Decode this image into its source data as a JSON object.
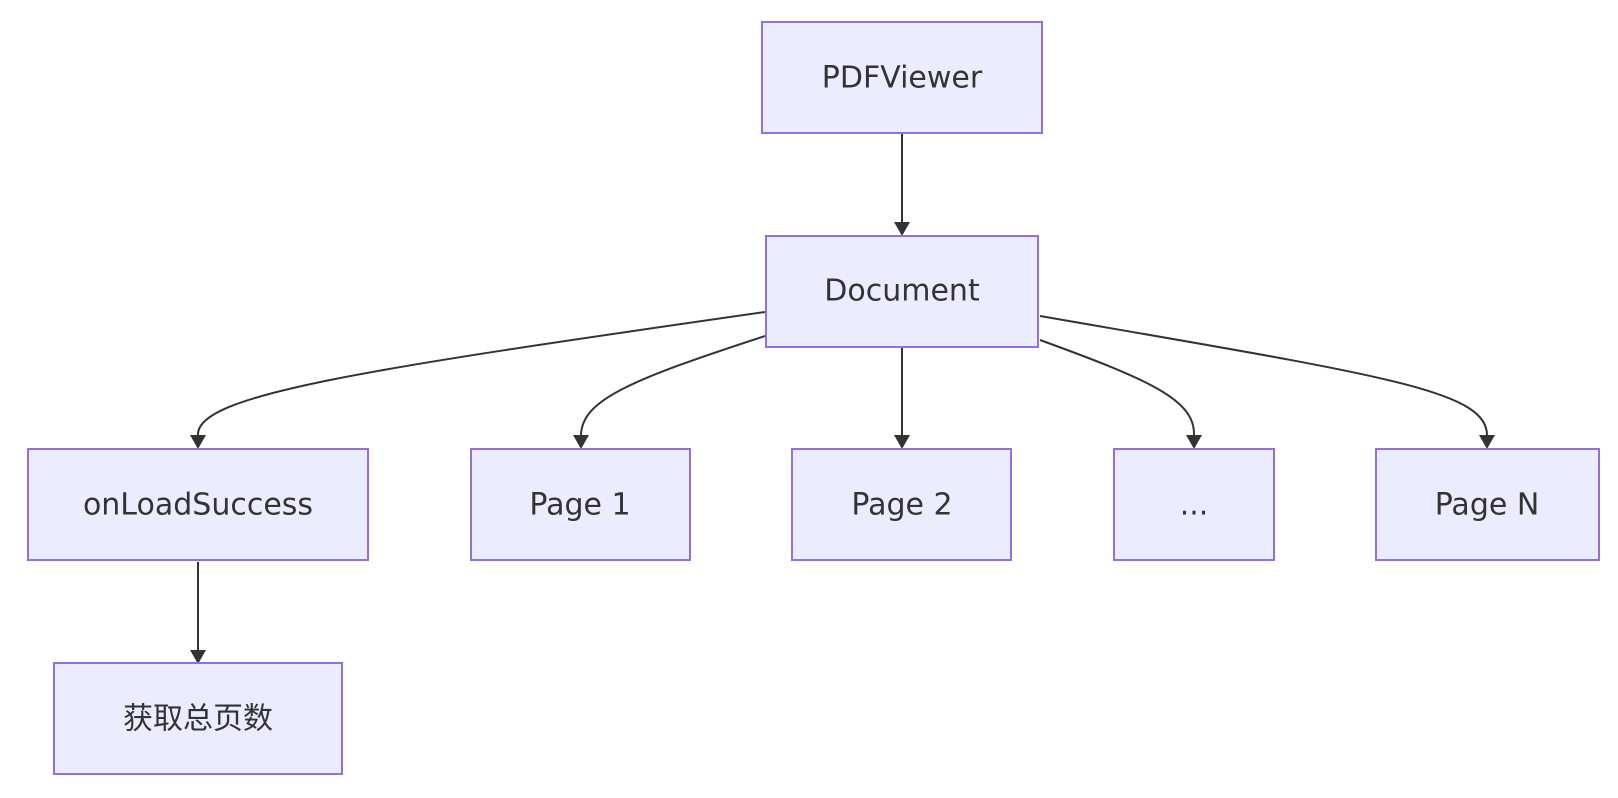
{
  "diagram": {
    "type": "flowchart",
    "direction": "top-down",
    "colors": {
      "node_fill": "#ececff",
      "node_stroke": "#9370db",
      "edge": "#333333",
      "text": "#333333"
    },
    "nodes": {
      "pdfviewer": {
        "label": "PDFViewer"
      },
      "document": {
        "label": "Document"
      },
      "onloadsuccess": {
        "label": "onLoadSuccess"
      },
      "page1": {
        "label": "Page 1"
      },
      "page2": {
        "label": "Page 2"
      },
      "ellipsis": {
        "label": "..."
      },
      "pagen": {
        "label": "Page N"
      },
      "get_total_pages": {
        "label": "获取总页数"
      }
    },
    "edges": [
      {
        "from": "pdfviewer",
        "to": "document"
      },
      {
        "from": "document",
        "to": "onloadsuccess"
      },
      {
        "from": "document",
        "to": "page1"
      },
      {
        "from": "document",
        "to": "page2"
      },
      {
        "from": "document",
        "to": "ellipsis"
      },
      {
        "from": "document",
        "to": "pagen"
      },
      {
        "from": "onloadsuccess",
        "to": "get_total_pages"
      }
    ]
  }
}
